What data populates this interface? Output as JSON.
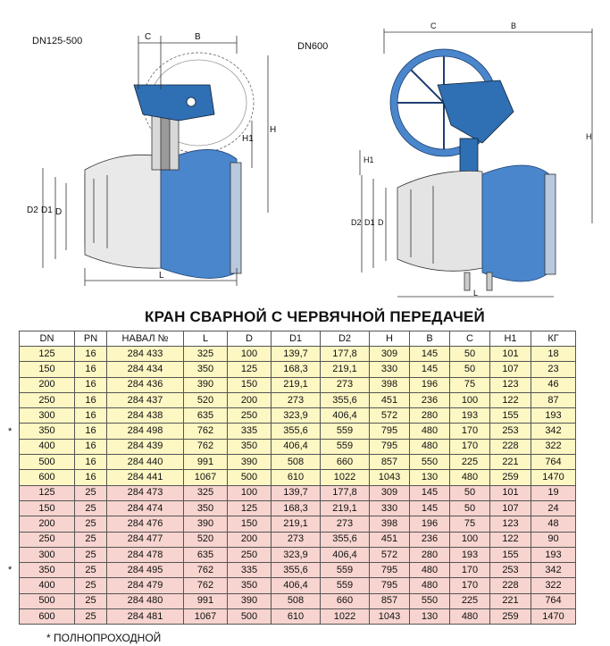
{
  "drawings": {
    "left_model": "DN125-500",
    "right_model": "DN600",
    "left_dims": [
      "C",
      "B",
      "H1",
      "H",
      "D2",
      "D1",
      "D",
      "L"
    ],
    "right_dims": [
      "C",
      "B",
      "H",
      "H1",
      "D2",
      "D1",
      "D",
      "L"
    ],
    "body_color": "#4a86cc",
    "gearbox_color": "#2f6fb4"
  },
  "title": "КРАН СВАРНОЙ С ЧЕРВЯЧНОЙ ПЕРЕДАЧЕЙ",
  "table": {
    "headers": [
      "DN",
      "PN",
      "НАВАЛ №",
      "L",
      "D",
      "D1",
      "D2",
      "H",
      "B",
      "C",
      "H1",
      "КГ"
    ],
    "rows": [
      [
        "125",
        "16",
        "284 433",
        "325",
        "100",
        "139,7",
        "177,8",
        "309",
        "145",
        "50",
        "101",
        "18"
      ],
      [
        "150",
        "16",
        "284 434",
        "350",
        "125",
        "168,3",
        "219,1",
        "330",
        "145",
        "50",
        "107",
        "23"
      ],
      [
        "200",
        "16",
        "284 436",
        "390",
        "150",
        "219,1",
        "273",
        "398",
        "196",
        "75",
        "123",
        "46"
      ],
      [
        "250",
        "16",
        "284 437",
        "520",
        "200",
        "273",
        "355,6",
        "451",
        "236",
        "100",
        "122",
        "87"
      ],
      [
        "300",
        "16",
        "284 438",
        "635",
        "250",
        "323,9",
        "406,4",
        "572",
        "280",
        "193",
        "155",
        "193"
      ],
      [
        "350",
        "16",
        "284 498",
        "762",
        "335",
        "355,6",
        "559",
        "795",
        "480",
        "170",
        "253",
        "342"
      ],
      [
        "400",
        "16",
        "284 439",
        "762",
        "350",
        "406,4",
        "559",
        "795",
        "480",
        "170",
        "228",
        "322"
      ],
      [
        "500",
        "16",
        "284 440",
        "991",
        "390",
        "508",
        "660",
        "857",
        "550",
        "225",
        "221",
        "764"
      ],
      [
        "600",
        "16",
        "284 441",
        "1067",
        "500",
        "610",
        "1022",
        "1043",
        "130",
        "480",
        "259",
        "1470"
      ],
      [
        "125",
        "25",
        "284 473",
        "325",
        "100",
        "139,7",
        "177,8",
        "309",
        "145",
        "50",
        "101",
        "19"
      ],
      [
        "150",
        "25",
        "284 474",
        "350",
        "125",
        "168,3",
        "219,1",
        "330",
        "145",
        "50",
        "107",
        "24"
      ],
      [
        "200",
        "25",
        "284 476",
        "390",
        "150",
        "219,1",
        "273",
        "398",
        "196",
        "75",
        "123",
        "48"
      ],
      [
        "250",
        "25",
        "284 477",
        "520",
        "200",
        "273",
        "355,6",
        "451",
        "236",
        "100",
        "122",
        "90"
      ],
      [
        "300",
        "25",
        "284 478",
        "635",
        "250",
        "323,9",
        "406,4",
        "572",
        "280",
        "193",
        "155",
        "193"
      ],
      [
        "350",
        "25",
        "284 495",
        "762",
        "335",
        "355,6",
        "559",
        "795",
        "480",
        "170",
        "253",
        "342"
      ],
      [
        "400",
        "25",
        "284 479",
        "762",
        "350",
        "406,4",
        "559",
        "795",
        "480",
        "170",
        "228",
        "322"
      ],
      [
        "500",
        "25",
        "284 480",
        "991",
        "390",
        "508",
        "660",
        "857",
        "550",
        "225",
        "221",
        "764"
      ],
      [
        "600",
        "25",
        "284 481",
        "1067",
        "500",
        "610",
        "1022",
        "1043",
        "130",
        "480",
        "259",
        "1470"
      ]
    ],
    "row_group_colors": {
      "pn16": "#fdf7c3",
      "pn25": "#f7d4cf"
    },
    "full_bore_marker": "*"
  },
  "footnote": "* ПОЛНОПРОХОДНОЙ"
}
